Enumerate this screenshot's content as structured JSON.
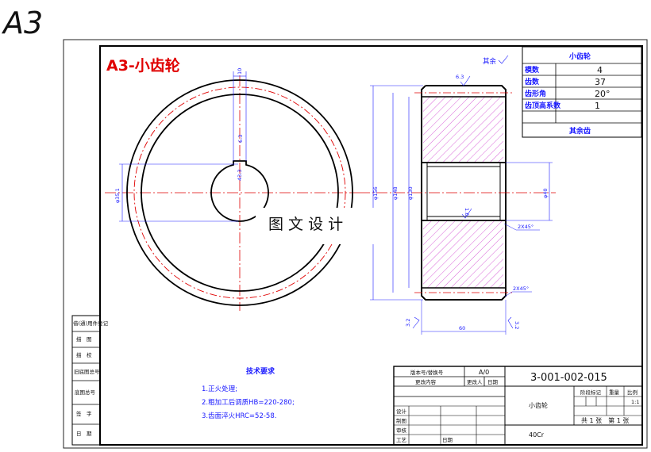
{
  "sheet_label": "A3",
  "drawing_title": "A3-小齿轮",
  "watermark": "图 文 设 计",
  "gear_params": {
    "title": "小齿轮",
    "rows": [
      {
        "label": "模数",
        "value": "4"
      },
      {
        "label": "齿数",
        "value": "37"
      },
      {
        "label": "齿形角",
        "value": "20°"
      },
      {
        "label": "齿顶高系数",
        "value": "1"
      }
    ],
    "footer": "其余齿"
  },
  "top_note": "其余",
  "dimensions": {
    "keyway_width": "10",
    "keyway_hub": "6.3",
    "keyway_depth": "43.3",
    "left_dia": "φ35.1",
    "od": "φ156",
    "pd": "φ148",
    "bore_outer": "φ130",
    "bore": "φ40",
    "width": "60",
    "chamfer1": "2X45°",
    "chamfer2": "2X45°",
    "rough_top": "6.3",
    "rough_bore": "1.6",
    "rough_left": "3.2",
    "rough_right": "3.2"
  },
  "tech_req": {
    "title": "技术要求",
    "items": [
      "1.正火处理;",
      "2.粗加工后调质HB=220-280;",
      "3.齿面淬火HRC=52-58."
    ]
  },
  "left_stamps": [
    "借(通)用件登记",
    "描　图",
    "描　校",
    "旧底图总号",
    "底图总号",
    "签　字",
    "日　期"
  ],
  "title_block": {
    "version_hdr": "版本号/替换号",
    "rev_val": "A/0",
    "change_hdr": "更改内容",
    "changer_hdr": "更改人",
    "date_hdr": "日期",
    "drawing_no": "3-001-002-015",
    "part_name": "小齿轮",
    "stage_hdr": "阶段标记",
    "weight_hdr": "重量",
    "scale_hdr": "比例",
    "scale_val": "1:1",
    "sheets": "共 1 张　第 1 张",
    "material": "40Cr",
    "roles": [
      "设计",
      "制图",
      "审核",
      "工艺"
    ],
    "date_label": "日期"
  }
}
